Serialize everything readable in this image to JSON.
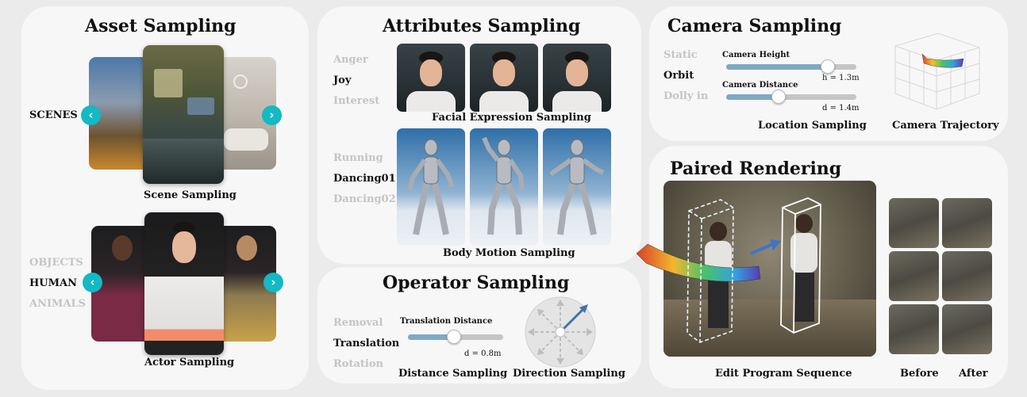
{
  "colors": {
    "accent": "#13b9c4",
    "slider": "#7fa9c4",
    "inactive": "#c4c4c4"
  },
  "asset": {
    "title": "Asset Sampling",
    "scenes_label": "SCENES",
    "scene_caption": "Scene Sampling",
    "categories": [
      "OBJECTS",
      "HUMAN",
      "ANIMALS"
    ],
    "actor_caption": "Actor Sampling",
    "prev_icon": "chevron-left-icon",
    "next_icon": "chevron-right-icon"
  },
  "attributes": {
    "title": "Attributes Sampling",
    "expressions": [
      "Anger",
      "Joy",
      "Interest"
    ],
    "expression_caption": "Facial Expression Sampling",
    "motions": [
      "Running",
      "Dancing01",
      "Dancing02"
    ],
    "motion_caption": "Body Motion Sampling"
  },
  "operator": {
    "title": "Operator Sampling",
    "operations": [
      "Removal",
      "Translation",
      "Rotation"
    ],
    "slider_label": "Translation Distance",
    "slider_value": "d = 0.8m",
    "slider_fraction": 0.48,
    "distance_caption": "Distance Sampling",
    "direction_caption": "Direction Sampling"
  },
  "camera": {
    "title": "Camera Sampling",
    "modes": [
      "Static",
      "Orbit",
      "Dolly in"
    ],
    "height_label": "Camera Height",
    "height_value": "h = 1.3m",
    "height_fraction": 0.78,
    "distance_label": "Camera Distance",
    "distance_value": "d = 1.4m",
    "distance_fraction": 0.4,
    "location_caption": "Location Sampling",
    "trajectory_caption": "Camera Trajectory"
  },
  "rendering": {
    "title": "Paired Rendering",
    "sequence_caption": "Edit Program Sequence",
    "before_label": "Before",
    "after_label": "After"
  }
}
